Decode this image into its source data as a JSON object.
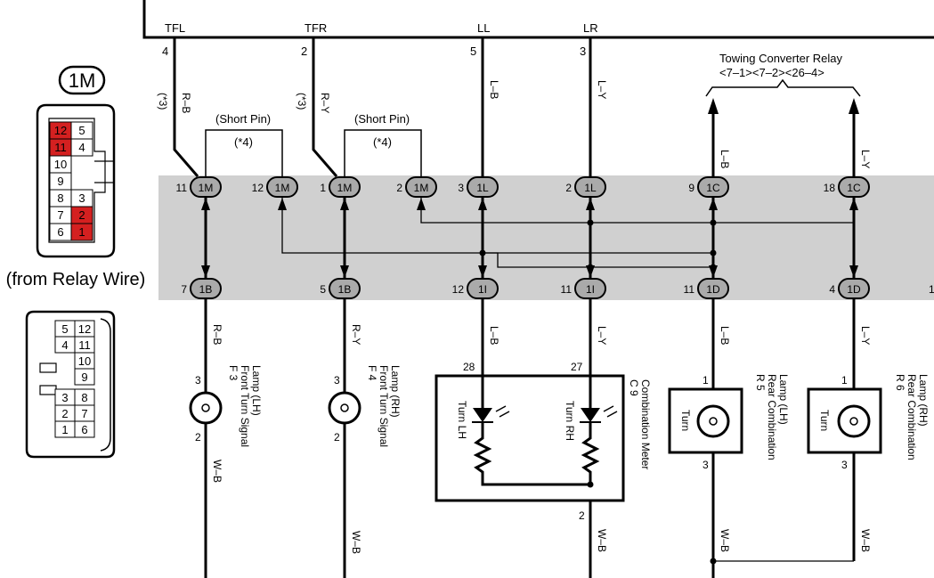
{
  "top_wires": [
    {
      "name": "TFL",
      "pin": "4"
    },
    {
      "name": "TFR",
      "pin": "2"
    },
    {
      "name": "LL",
      "pin": "5"
    },
    {
      "name": "LR",
      "pin": "3"
    }
  ],
  "notes": {
    "star3": "(*3)",
    "star4": "(*4)",
    "short_pin": "(Short Pin)"
  },
  "relay": {
    "title": "Towing Converter Relay",
    "refs": "<7–1><7–2><26–4>"
  },
  "junction_top": [
    {
      "pin": "11",
      "conn": "1M"
    },
    {
      "pin": "12",
      "conn": "1M"
    },
    {
      "pin": "1",
      "conn": "1M"
    },
    {
      "pin": "2",
      "conn": "1M"
    },
    {
      "pin": "3",
      "conn": "1L"
    },
    {
      "pin": "2",
      "conn": "1L"
    },
    {
      "pin": "9",
      "conn": "1C"
    },
    {
      "pin": "18",
      "conn": "1C"
    }
  ],
  "junction_bottom": [
    {
      "pin": "7",
      "conn": "1B"
    },
    {
      "pin": "5",
      "conn": "1B"
    },
    {
      "pin": "12",
      "conn": "1I"
    },
    {
      "pin": "11",
      "conn": "1I"
    },
    {
      "pin": "11",
      "conn": "1D"
    },
    {
      "pin": "4",
      "conn": "1D"
    }
  ],
  "edge_label": "1",
  "colors": {
    "rb": "R–B",
    "ry": "R–Y",
    "lb": "L–B",
    "ly": "L–Y",
    "wb": "W–B"
  },
  "components": {
    "f3": {
      "id": "F 3",
      "line1": "Front Turn Signal",
      "line2": "Lamp (LH)",
      "pin_top": "3",
      "pin_bot": "2"
    },
    "f4": {
      "id": "F 4",
      "line1": "Front Turn Signal",
      "line2": "Lamp (RH)",
      "pin_top": "3",
      "pin_bot": "2"
    },
    "c9": {
      "id": "C 9",
      "line1": "Combination Meter",
      "pin_l": "28",
      "pin_r": "27",
      "pin_bot": "2",
      "lh": "Turn LH",
      "rh": "Turn RH"
    },
    "r5": {
      "id": "R 5",
      "line1": "Rear Combination",
      "line2": "Lamp (LH)",
      "label": "Turn",
      "pin_top": "1",
      "pin_bot": "3"
    },
    "r6": {
      "id": "R 6",
      "line1": "Rear Combination",
      "line2": "Lamp (RH)",
      "label": "Turn",
      "pin_top": "1",
      "pin_bot": "3"
    }
  },
  "connector_1m": {
    "label": "1M",
    "caption": "(from Relay Wire)",
    "left_pins": [
      "12",
      "11",
      "10",
      "9",
      "8",
      "7",
      "6"
    ],
    "right_pins": [
      "5",
      "4",
      "3",
      "2",
      "1"
    ],
    "highlight_color": "#d42020"
  },
  "connector_2": {
    "rows": [
      [
        "5",
        "12"
      ],
      [
        "4",
        "11"
      ],
      [
        "",
        "10"
      ],
      [
        "",
        "9"
      ],
      [
        "3",
        "8"
      ],
      [
        "2",
        "7"
      ],
      [
        "1",
        "6"
      ]
    ]
  }
}
